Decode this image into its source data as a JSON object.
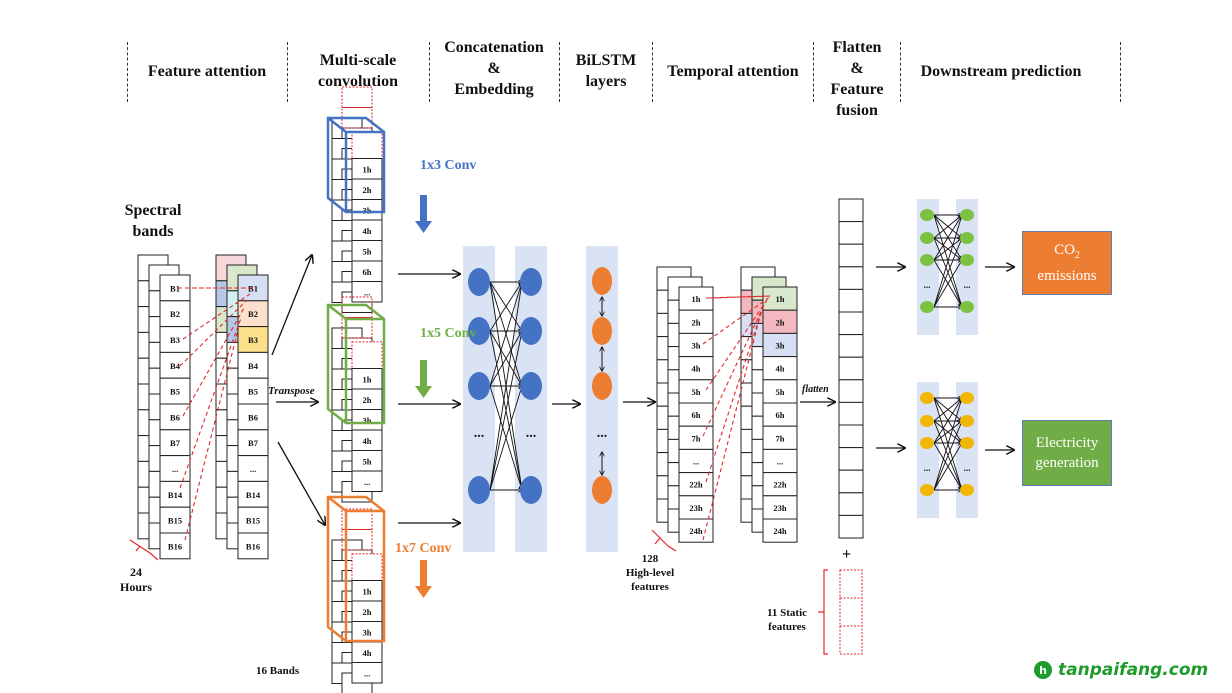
{
  "headers": [
    {
      "id": "feature-attention",
      "lines": [
        "Feature attention"
      ]
    },
    {
      "id": "multi-scale-convolution",
      "lines": [
        "Multi-scale",
        "convolution"
      ]
    },
    {
      "id": "concat-embedding",
      "lines": [
        "Concatenation",
        "&",
        "Embedding"
      ]
    },
    {
      "id": "bilstm",
      "lines": [
        "BiLSTM",
        "layers"
      ]
    },
    {
      "id": "temporal-attention",
      "lines": [
        "Temporal attention"
      ]
    },
    {
      "id": "flatten-fusion",
      "lines": [
        "Flatten",
        "&",
        "Feature",
        "fusion"
      ]
    },
    {
      "id": "downstream-prediction",
      "lines": [
        "Downstream prediction"
      ]
    }
  ],
  "input": {
    "title_lines": [
      "Spectral",
      "bands"
    ],
    "bands": [
      "B1",
      "B2",
      "B3",
      "B4",
      "B5",
      "B6",
      "B7",
      "...",
      "B14",
      "B15",
      "B16"
    ],
    "dim_label_lines": [
      "24",
      "Hours"
    ],
    "highlight_colors": [
      "#d6dff3",
      "#fbe0cc",
      "#fde08a"
    ]
  },
  "transpose_label": "Transpose",
  "convolutions": [
    {
      "label": "1x3 Conv",
      "color": "#4472c4",
      "hours": [
        "1h",
        "2h",
        "3h",
        "4h",
        "5h",
        "6h",
        "..."
      ]
    },
    {
      "label": "1x5 Conv",
      "color": "#70ad47",
      "hours": [
        "1h",
        "2h",
        "3h",
        "4h",
        "5h",
        "..."
      ]
    },
    {
      "label": "1x7 Conv",
      "color": "#ed7d31",
      "hours": [
        "1h",
        "2h",
        "3h",
        "4h",
        "..."
      ]
    }
  ],
  "bands_dim_label": "16 Bands",
  "embedding": {
    "node_color": "#4472c4",
    "ellipsis": "..."
  },
  "bilstm": {
    "node_color": "#ed7d31",
    "ellipsis": "..."
  },
  "temporal": {
    "hours": [
      "1h",
      "2h",
      "3h",
      "4h",
      "5h",
      "6h",
      "7h",
      "...",
      "22h",
      "23h",
      "24h"
    ],
    "dim_label_lines": [
      "128",
      "High-level",
      "features"
    ],
    "highlight_colors": [
      "#d9e8cc",
      "#f4b8c0",
      "#d6dff3"
    ]
  },
  "flatten_label": "flatten",
  "fusion": {
    "plus": "+",
    "static_label_lines": [
      "11 Static",
      "features"
    ]
  },
  "heads": [
    {
      "node_color": "#7cc242",
      "output_lines": [
        "CO",
        "2",
        "emissions"
      ],
      "output_color": "#ed7d31"
    },
    {
      "node_color": "#f2b705",
      "output_lines": [
        "Electricity",
        "generation"
      ],
      "output_color": "#70ad47"
    }
  ],
  "watermark": {
    "part1": "tanpai",
    "part2": "fang.com",
    "icon": "leaf-logo-icon"
  }
}
